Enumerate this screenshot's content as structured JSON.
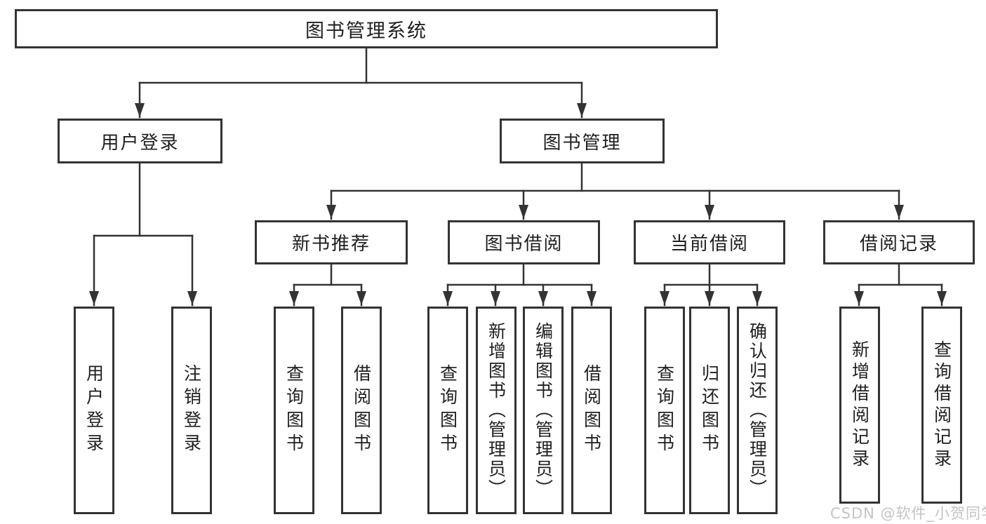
{
  "diagram": {
    "root": {
      "label": "图书管理系统"
    },
    "branches": {
      "user_login": {
        "label": "用户登录"
      },
      "book_management": {
        "label": "图书管理"
      }
    },
    "modules": [
      {
        "label": "新书推荐"
      },
      {
        "label": "图书借阅"
      },
      {
        "label": "当前借阅"
      },
      {
        "label": "借阅记录"
      }
    ],
    "leaves": [
      {
        "label": "用户登录"
      },
      {
        "label": "注销登录"
      },
      {
        "label": "查询图书"
      },
      {
        "label": "借阅图书"
      },
      {
        "label": "查询图书"
      },
      {
        "label": "新增图书（管理员）"
      },
      {
        "label": "编辑图书（管理员）"
      },
      {
        "label": "借阅图书"
      },
      {
        "label": "查询图书"
      },
      {
        "label": "归还图书"
      },
      {
        "label": "确认归还（管理员）"
      },
      {
        "label": "新增借阅记录"
      },
      {
        "label": "查询借阅记录"
      }
    ],
    "line_color": "#333333",
    "box_border_color": "#333333",
    "text_color": "#1f1f1f",
    "background_color": "#ffffff"
  },
  "watermark": {
    "text": "CSDN @软件_小贺同学",
    "color": "#c4c4c4"
  }
}
